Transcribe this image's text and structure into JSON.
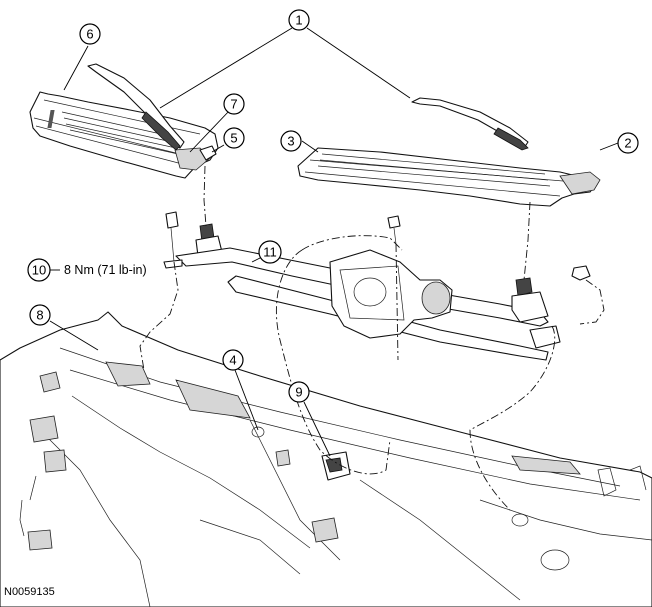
{
  "figure_id": "N0059135",
  "torque_spec": "8 Nm (71 lb-in)",
  "callouts": [
    {
      "id": "c1",
      "label": "1"
    },
    {
      "id": "c2",
      "label": "2"
    },
    {
      "id": "c3",
      "label": "3"
    },
    {
      "id": "c4",
      "label": "4"
    },
    {
      "id": "c5",
      "label": "5"
    },
    {
      "id": "c6",
      "label": "6"
    },
    {
      "id": "c7",
      "label": "7"
    },
    {
      "id": "c8",
      "label": "8"
    },
    {
      "id": "c9",
      "label": "9"
    },
    {
      "id": "c10",
      "label": "10"
    },
    {
      "id": "c11",
      "label": "11"
    }
  ]
}
